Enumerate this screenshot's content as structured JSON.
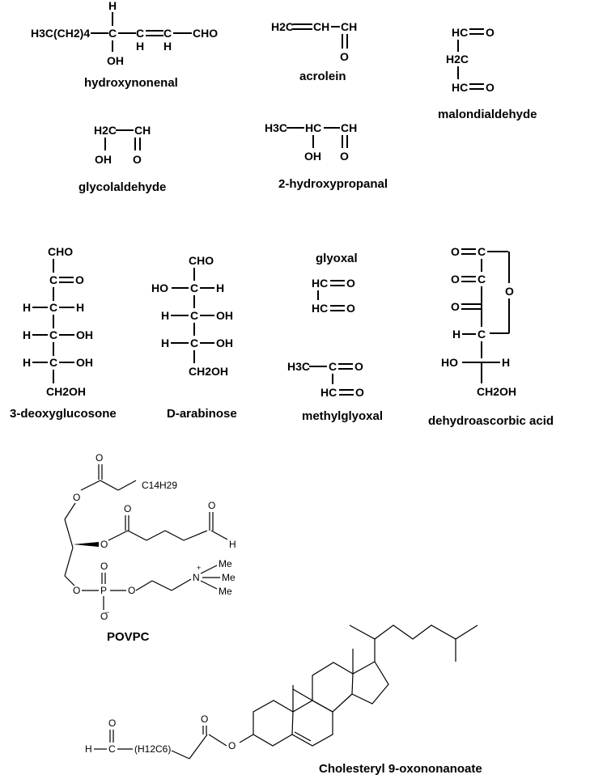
{
  "compounds": [
    {
      "id": "hne",
      "name": "hydroxynonenal"
    },
    {
      "id": "acrolein",
      "name": "acrolein"
    },
    {
      "id": "mda",
      "name": "malondialdehyde"
    },
    {
      "id": "glycolaldehyde",
      "name": "glycolaldehyde"
    },
    {
      "id": "hydroxypropanal",
      "name": "2-hydroxypropanal"
    },
    {
      "id": "deoxyglucosone",
      "name": "3-deoxyglucosone"
    },
    {
      "id": "arabinose",
      "name": "D-arabinose"
    },
    {
      "id": "glyoxal",
      "name": "glyoxal"
    },
    {
      "id": "methylglyoxal",
      "name": "methylglyoxal"
    },
    {
      "id": "dha",
      "name": "dehydroascorbic acid"
    },
    {
      "id": "povpc",
      "name": "POVPC"
    },
    {
      "id": "cholesteryl",
      "name": "Cholesteryl 9-oxononanoate"
    }
  ],
  "atoms": {
    "H": "H",
    "O": "O",
    "C": "C",
    "OH": "OH",
    "HO": "HO",
    "CHO": "CHO",
    "CH": "CH",
    "HC": "HC",
    "H3C": "H3C",
    "H2C": "H2C",
    "CH2OH": "CH2OH",
    "C14H29": "C14H29",
    "H12C6": "(H12C6)",
    "P": "P",
    "N": "N",
    "Me": "Me",
    "plus": "+",
    "minus": "−",
    "hne_chain": "H3C(CH2)4"
  }
}
